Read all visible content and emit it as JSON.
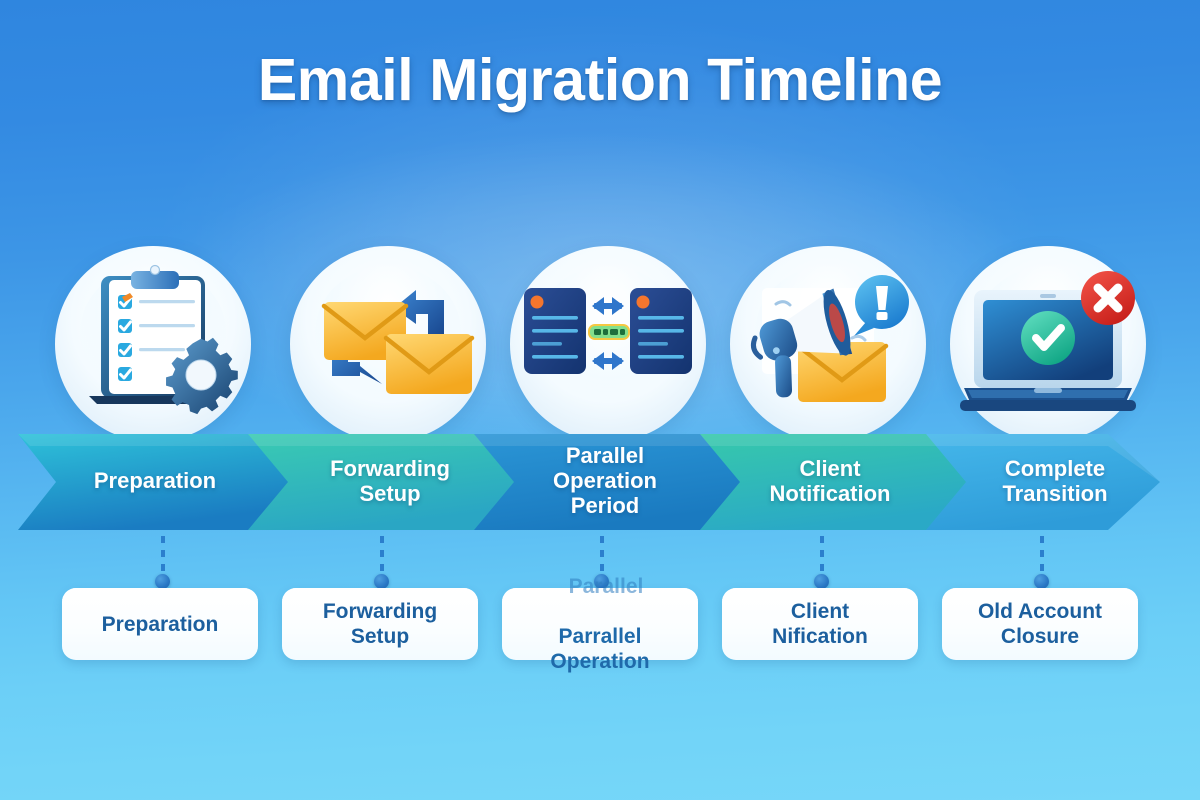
{
  "header": {
    "title": "Email Migration Timeline"
  },
  "theme": {
    "background_top": "#2f86df",
    "background_bottom": "#76d7f9",
    "title_color": "#ffffff",
    "card_text_color": "#1c5f9e",
    "connector_color": "#2b7fcd"
  },
  "timeline": {
    "steps": [
      {
        "id": "preparation",
        "icon": "clipboard-checklist-gear-icon",
        "banner_label": "Preparation",
        "card_label": "Preparation",
        "chevron_color_start": "#2ec2d9",
        "chevron_color_end": "#1a7cc2"
      },
      {
        "id": "forwarding-setup",
        "icon": "envelopes-forwarding-arrows-icon",
        "banner_label": "Forwarding\nSetup",
        "card_label": "Forwarding\nSetup",
        "chevron_color_start": "#3acbb2",
        "chevron_color_end": "#2aa6c4"
      },
      {
        "id": "parallel-operation-period",
        "icon": "two-servers-sync-icon",
        "banner_label": "Parallel\nOperation\nPeriod",
        "card_label": "Parrallel\nOperation",
        "card_label_ghost": "Parallel",
        "chevron_color_start": "#2b96d6",
        "chevron_color_end": "#1a7ac0"
      },
      {
        "id": "client-notification",
        "icon": "megaphone-envelope-alert-icon",
        "banner_label": "Client\nNotification",
        "card_label": "Client\nNification",
        "chevron_color_start": "#37c9ab",
        "chevron_color_end": "#2aa9c6"
      },
      {
        "id": "complete-transition",
        "icon": "laptop-check-close-icon",
        "banner_label": "Complete\nTransition",
        "card_label": "Old Account\nClosure",
        "chevron_color_start": "#45b7ea",
        "chevron_color_end": "#2e9cd9"
      }
    ]
  }
}
